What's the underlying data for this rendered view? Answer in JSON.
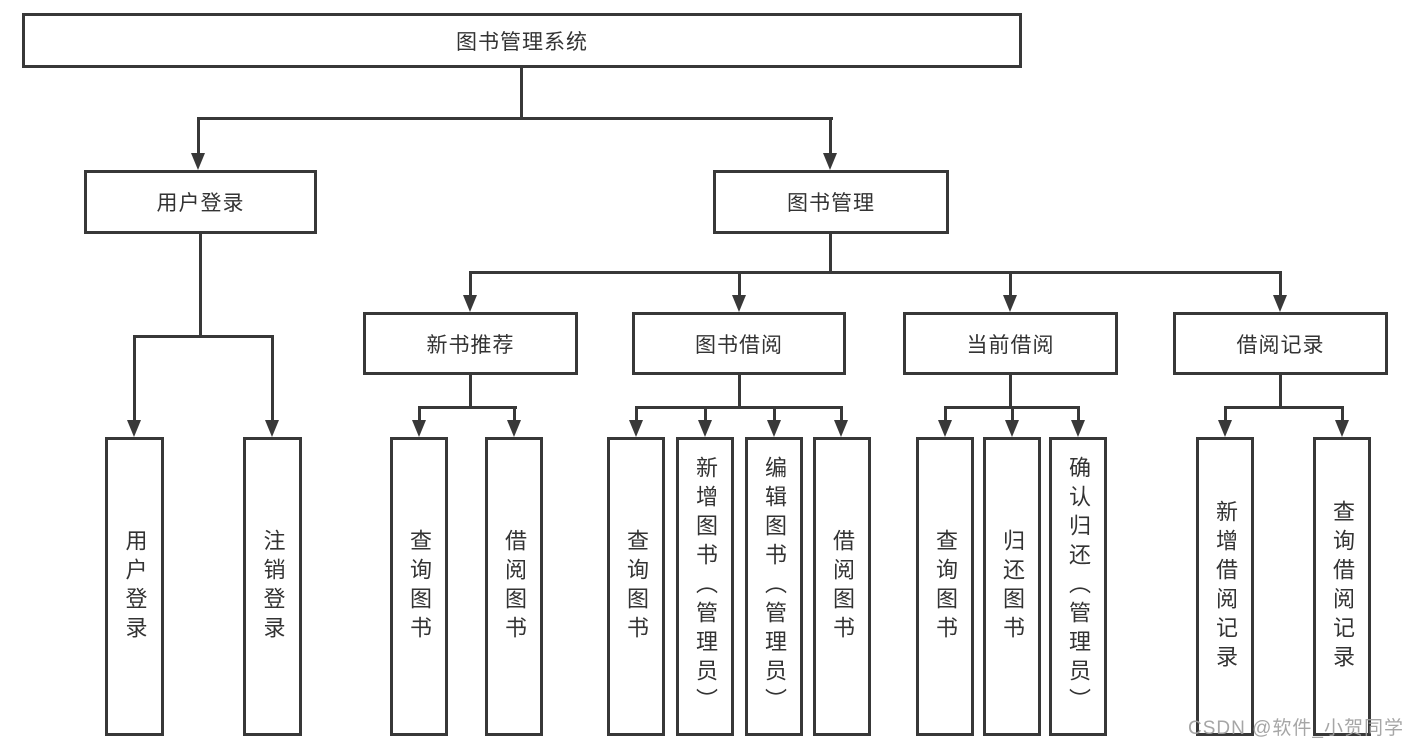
{
  "diagram": {
    "title": "图书管理系统",
    "palette": {
      "line_color": "#383838",
      "text_color": "#333333",
      "background": "#ffffff",
      "watermark_color": "#9e9e9e"
    },
    "tree": {
      "root": {
        "label": "图书管理系统"
      },
      "level2": [
        {
          "label": "用户登录"
        },
        {
          "label": "图书管理"
        }
      ],
      "level3": [
        {
          "label": "新书推荐",
          "parent": "图书管理"
        },
        {
          "label": "图书借阅",
          "parent": "图书管理"
        },
        {
          "label": "当前借阅",
          "parent": "图书管理"
        },
        {
          "label": "借阅记录",
          "parent": "图书管理"
        }
      ],
      "leaves": [
        {
          "label": "用户登录",
          "parent": "用户登录"
        },
        {
          "label": "注销登录",
          "parent": "用户登录"
        },
        {
          "label": "查询图书",
          "parent": "新书推荐"
        },
        {
          "label": "借阅图书",
          "parent": "新书推荐"
        },
        {
          "label": "查询图书",
          "parent": "图书借阅"
        },
        {
          "label": "新增图书（管理员）",
          "parent": "图书借阅"
        },
        {
          "label": "编辑图书（管理员）",
          "parent": "图书借阅"
        },
        {
          "label": "借阅图书",
          "parent": "图书借阅"
        },
        {
          "label": "查询图书",
          "parent": "当前借阅"
        },
        {
          "label": "归还图书",
          "parent": "当前借阅"
        },
        {
          "label": "确认归还（管理员）",
          "parent": "当前借阅"
        },
        {
          "label": "新增借阅记录",
          "parent": "借阅记录"
        },
        {
          "label": "查询借阅记录",
          "parent": "借阅记录"
        }
      ]
    }
  },
  "watermark": {
    "text": "CSDN @软件_小贺同学"
  }
}
